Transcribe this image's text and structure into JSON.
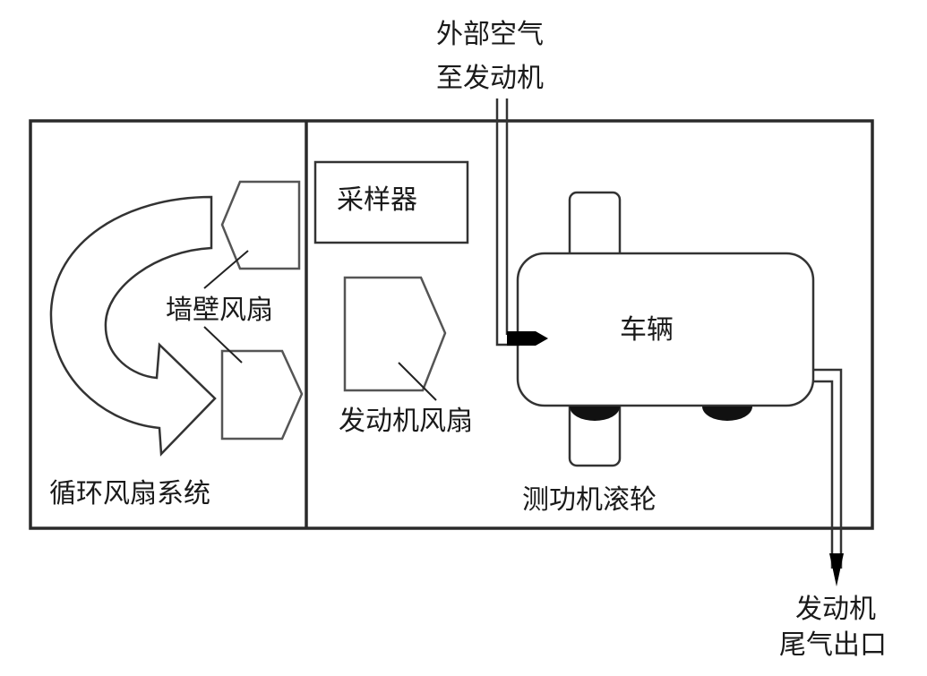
{
  "diagram": {
    "title_top": {
      "line1": "外部空气",
      "line2": "至发动机"
    },
    "labels": {
      "wall_fans": "墙壁风扇",
      "circulation_system": "循环风扇系统",
      "sampler": "采样器",
      "engine_fan": "发动机风扇",
      "vehicle": "车辆",
      "dyno_rollers": "测功机滚轮",
      "exhaust_line1": "发动机",
      "exhaust_line2": "尾气出口"
    },
    "colors": {
      "line": "#333333",
      "fill": "#ffffff",
      "accent": "#000000"
    }
  }
}
